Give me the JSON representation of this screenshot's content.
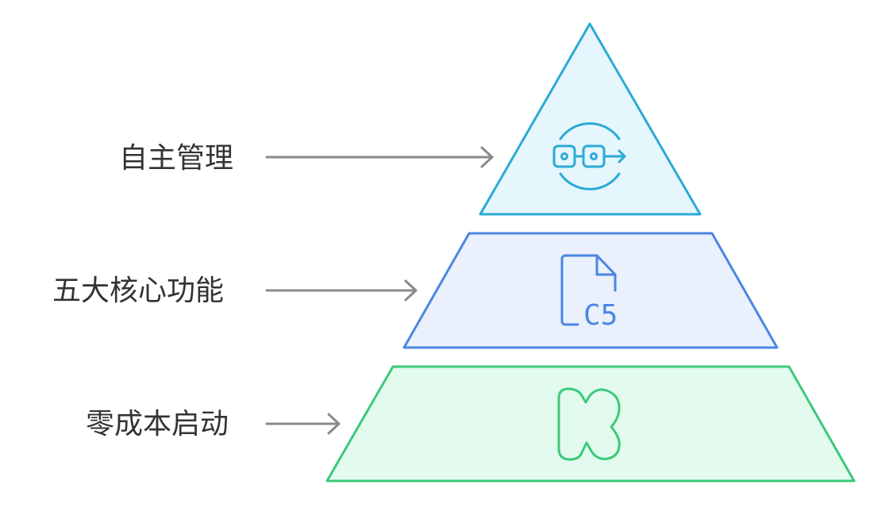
{
  "pyramid": {
    "tiers": [
      {
        "id": "top",
        "label": "自主管理",
        "icon": "loop-transfer-icon",
        "fill": "#E5F6FC",
        "stroke": "#2BAAD6"
      },
      {
        "id": "middle",
        "label": "五大核心功能",
        "icon": "file-c5-icon",
        "icon_text": "C5",
        "fill": "#EAF1FD",
        "stroke": "#4B86E2"
      },
      {
        "id": "bottom",
        "label": "零成本启动",
        "icon": "kuaishou-k-icon",
        "fill": "#E2FBEE",
        "stroke": "#3CC97A"
      }
    ],
    "arrow_color": "#8A8A8A"
  }
}
